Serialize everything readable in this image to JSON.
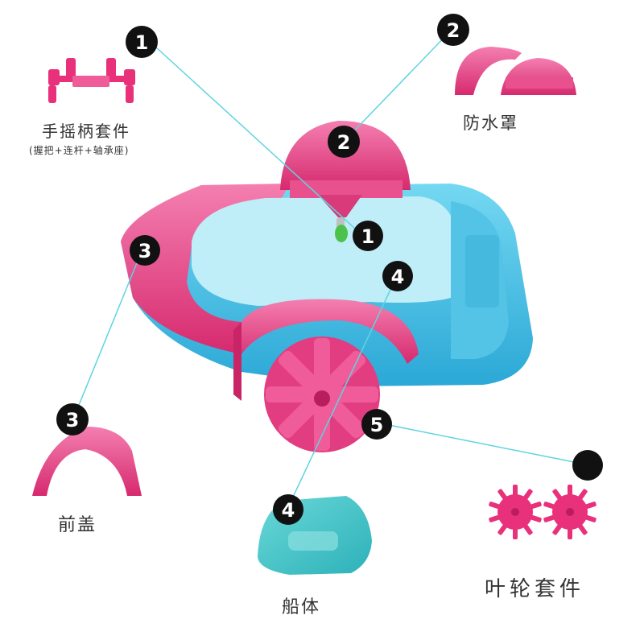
{
  "parts": {
    "crank": {
      "number": "1",
      "label": "手摇柄套件",
      "sublabel": "(握把+连杆+轴承座)"
    },
    "cover": {
      "number": "2",
      "label": "防水罩"
    },
    "front": {
      "number": "3",
      "label": "前盖"
    },
    "hull": {
      "number": "4",
      "label": "船体"
    },
    "wheel": {
      "number": "5",
      "label": "叶轮套件"
    }
  },
  "colors": {
    "pink": "#e8317a",
    "pink_light": "#f26aa0",
    "blue": "#4fc6e8",
    "blue_dark": "#2aa9d3",
    "teal": "#3fc4c6",
    "leader": "#5fd4e0",
    "badge": "#111111"
  },
  "icons": [
    "crank-part-image",
    "splash-cover-image",
    "front-cap-image",
    "hull-image",
    "paddle-wheel-image",
    "boat-image"
  ]
}
